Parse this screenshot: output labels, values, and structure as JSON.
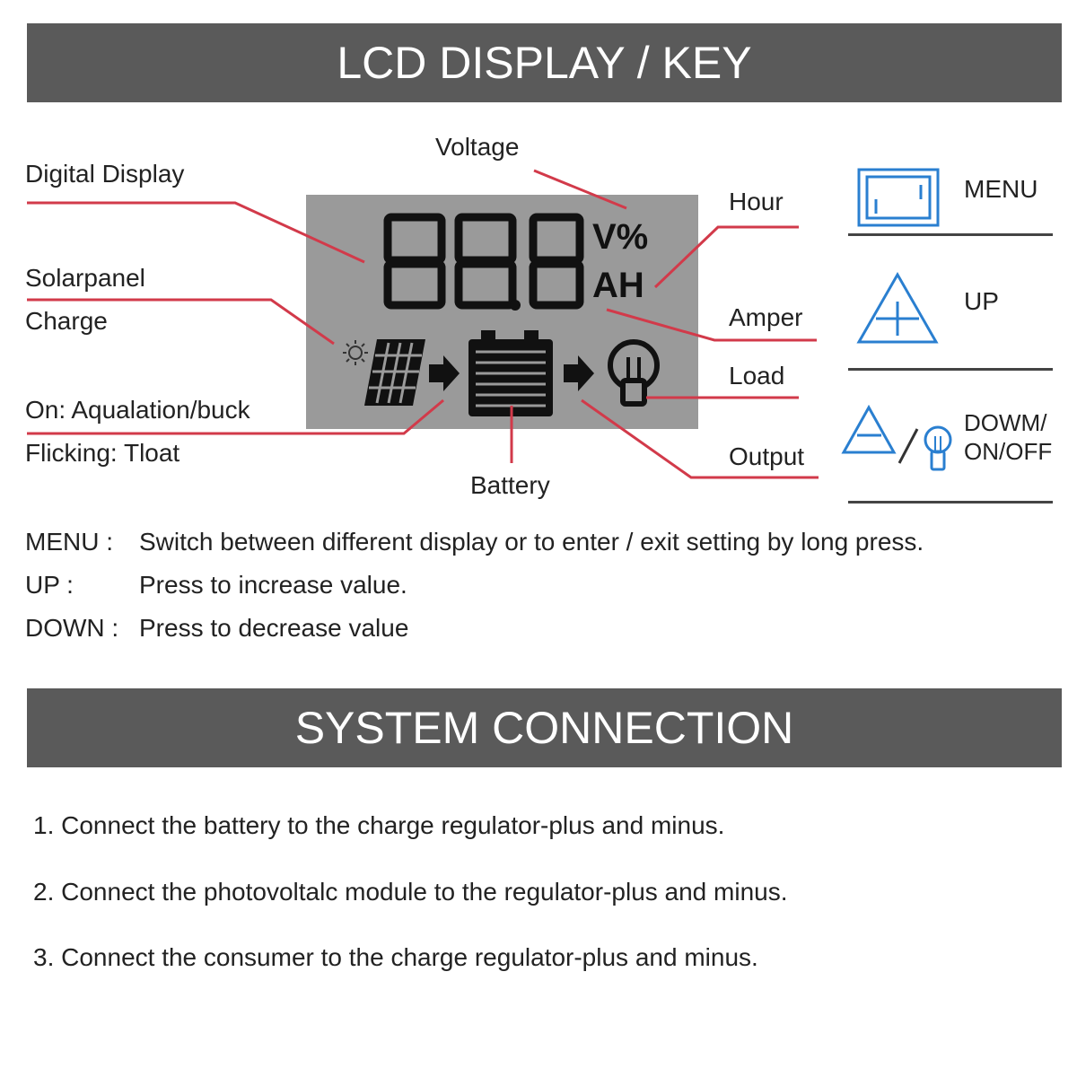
{
  "lcd_section": {
    "title": "LCD DISPLAY / KEY",
    "display": {
      "digits": "88.8",
      "units_top": "V%",
      "units_bottom": "AH"
    },
    "labels": {
      "digital_display": "Digital Display",
      "voltage": "Voltage",
      "hour": "Hour",
      "amper": "Amper",
      "load": "Load",
      "output": "Output",
      "battery": "Battery",
      "solar_line1": "Solarpanel",
      "solar_line2": "Charge",
      "on_mode": "On: Aqualation/buck",
      "flicking_mode": "Flicking: Tloat"
    },
    "keys": [
      {
        "label": "MENU",
        "icon": "menu-key-icon"
      },
      {
        "label": "UP",
        "icon": "up-key-icon"
      },
      {
        "label_line1": "DOWM/",
        "label_line2": "ON/OFF",
        "icon": "down-key-icon"
      }
    ],
    "key_descriptions": [
      {
        "key": "MENU :",
        "text": "Switch between different display or to enter / exit setting by long press."
      },
      {
        "key": "UP :",
        "text": "Press to increase value."
      },
      {
        "key": "DOWN :",
        "text": "Press to decrease value"
      }
    ],
    "colors": {
      "leader": "#d23a4a",
      "lcd_bg": "#9a9a9a",
      "key_blue": "#2a7fd0",
      "banner": "#5a5a5a"
    }
  },
  "system_section": {
    "title": "SYSTEM CONNECTION",
    "steps": [
      "1. Connect the battery to the charge regulator-plus and minus.",
      "2. Connect the photovoltalc module to the regulator-plus and minus.",
      "3. Connect the consumer to the charge regulator-plus and minus."
    ]
  }
}
